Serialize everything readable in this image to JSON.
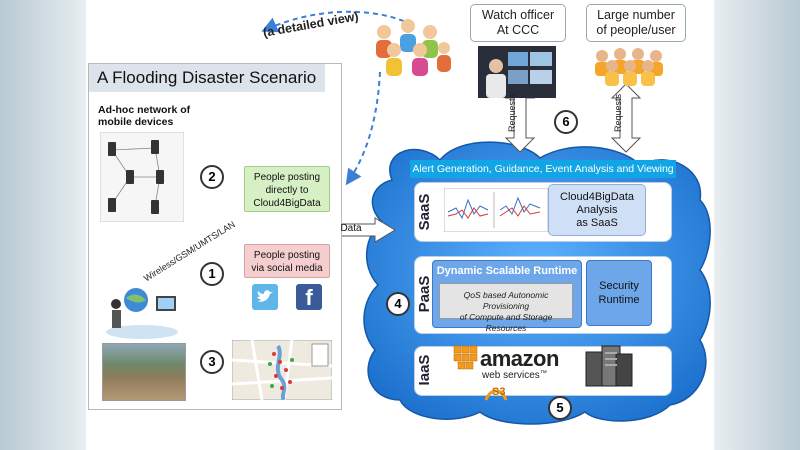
{
  "detailed_view": "(a detailed view)",
  "panel": {
    "title": "A Flooding Disaster Scenario",
    "adhoc_label_line1": "Ad-hoc network of",
    "adhoc_label_line2": "mobile devices",
    "wireless_label": "Wireless/GSM/UMTS/LAN",
    "posting_direct_line1": "People posting",
    "posting_direct_line2": "directly to",
    "posting_direct_line3": "Cloud4BigData",
    "posting_social_line1": "People posting",
    "posting_social_line2": "via social media"
  },
  "steps": [
    "1",
    "2",
    "3",
    "4",
    "5",
    "6"
  ],
  "data_label": "Data",
  "watch_officer": {
    "line1": "Watch officer",
    "line2": "At CCC"
  },
  "large_number": {
    "line1": "Large number",
    "line2": "of people/user"
  },
  "requests_label": "Requests",
  "alert_bar": "Alert Generation, Guidance, Event Analysis and Viewing",
  "saas": {
    "label": "SaaS",
    "analysis_line1": "Cloud4BigData",
    "analysis_line2": "Analysis",
    "analysis_line3": "as SaaS"
  },
  "paas": {
    "label": "PaaS",
    "runtime_title": "Dynamic Scalable Runtime",
    "qos_line1": "QoS based  Autonomic Provisioning",
    "qos_line2": "of Compute and Storage Resources",
    "security_line1": "Security",
    "security_line2": "Runtime"
  },
  "iaas": {
    "label": "IaaS",
    "amazon_word": "amazon",
    "webservices_word": "web services",
    "trademark": "™",
    "s3_label": "S3"
  },
  "colors": {
    "cloud_blue": "#1f7fd8",
    "alert_bar": "#12a5e6",
    "teal_border": "#3ab5c8",
    "green_box": "#d7efc4",
    "red_box": "#f5cfcf",
    "amazon_orange": "#f39a1c"
  }
}
